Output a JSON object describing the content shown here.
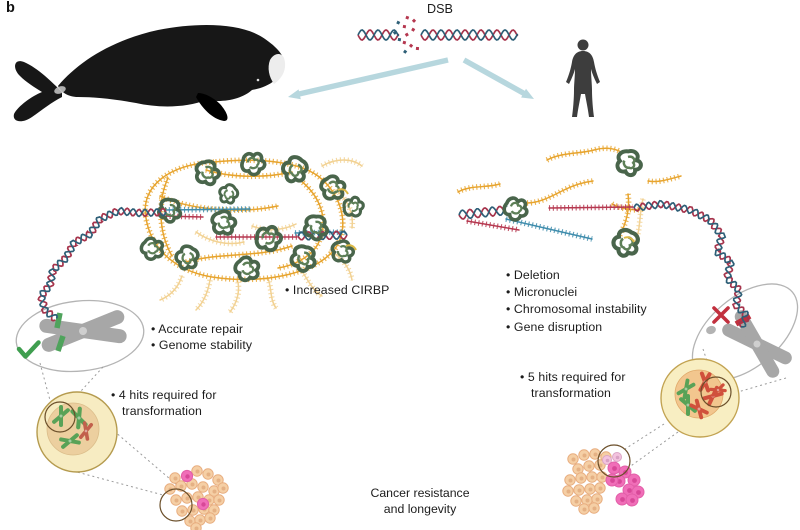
{
  "panel": {
    "label": "b"
  },
  "dsb": {
    "label": "DSB"
  },
  "whale_pathway": {
    "condensate_note": "• Increased CIRBP",
    "outcome_items": [
      "• Accurate repair",
      "• Genome stability"
    ],
    "hits_note": "• 4 hits required for transformation"
  },
  "human_pathway": {
    "outcome_items": [
      "• Deletion",
      "• Micronuclei",
      "• Chromosomal instability",
      "• Gene disruption"
    ],
    "hits_note": "• 5 hits required for transformation"
  },
  "footer": {
    "line1": "Cancer resistance",
    "line2": "and longevity"
  },
  "icons": {
    "whale": "bowhead-whale-silhouette",
    "human": "human-silhouette",
    "dsb_break": "dna-double-strand-break",
    "check": "green-checkmark",
    "cross": "red-x-mark"
  },
  "colors": {
    "dna_red": "#a6344c",
    "dna_blue": "#2e5f77",
    "rna_gold": "#e7a42e",
    "rna_gold_light": "#f2d294",
    "protein_green": "#49654b",
    "arrow_blue": "#b7d7de",
    "chromosome_grey": "#a7a7a7",
    "check_green": "#3f9e4f",
    "cross_red": "#c2303e",
    "cell_fill": "#f7ecc2",
    "nucleus_fill": "#eccf9f",
    "tissue_orange": "#f5cfa5",
    "tumor_pink": "#f06eb8"
  }
}
